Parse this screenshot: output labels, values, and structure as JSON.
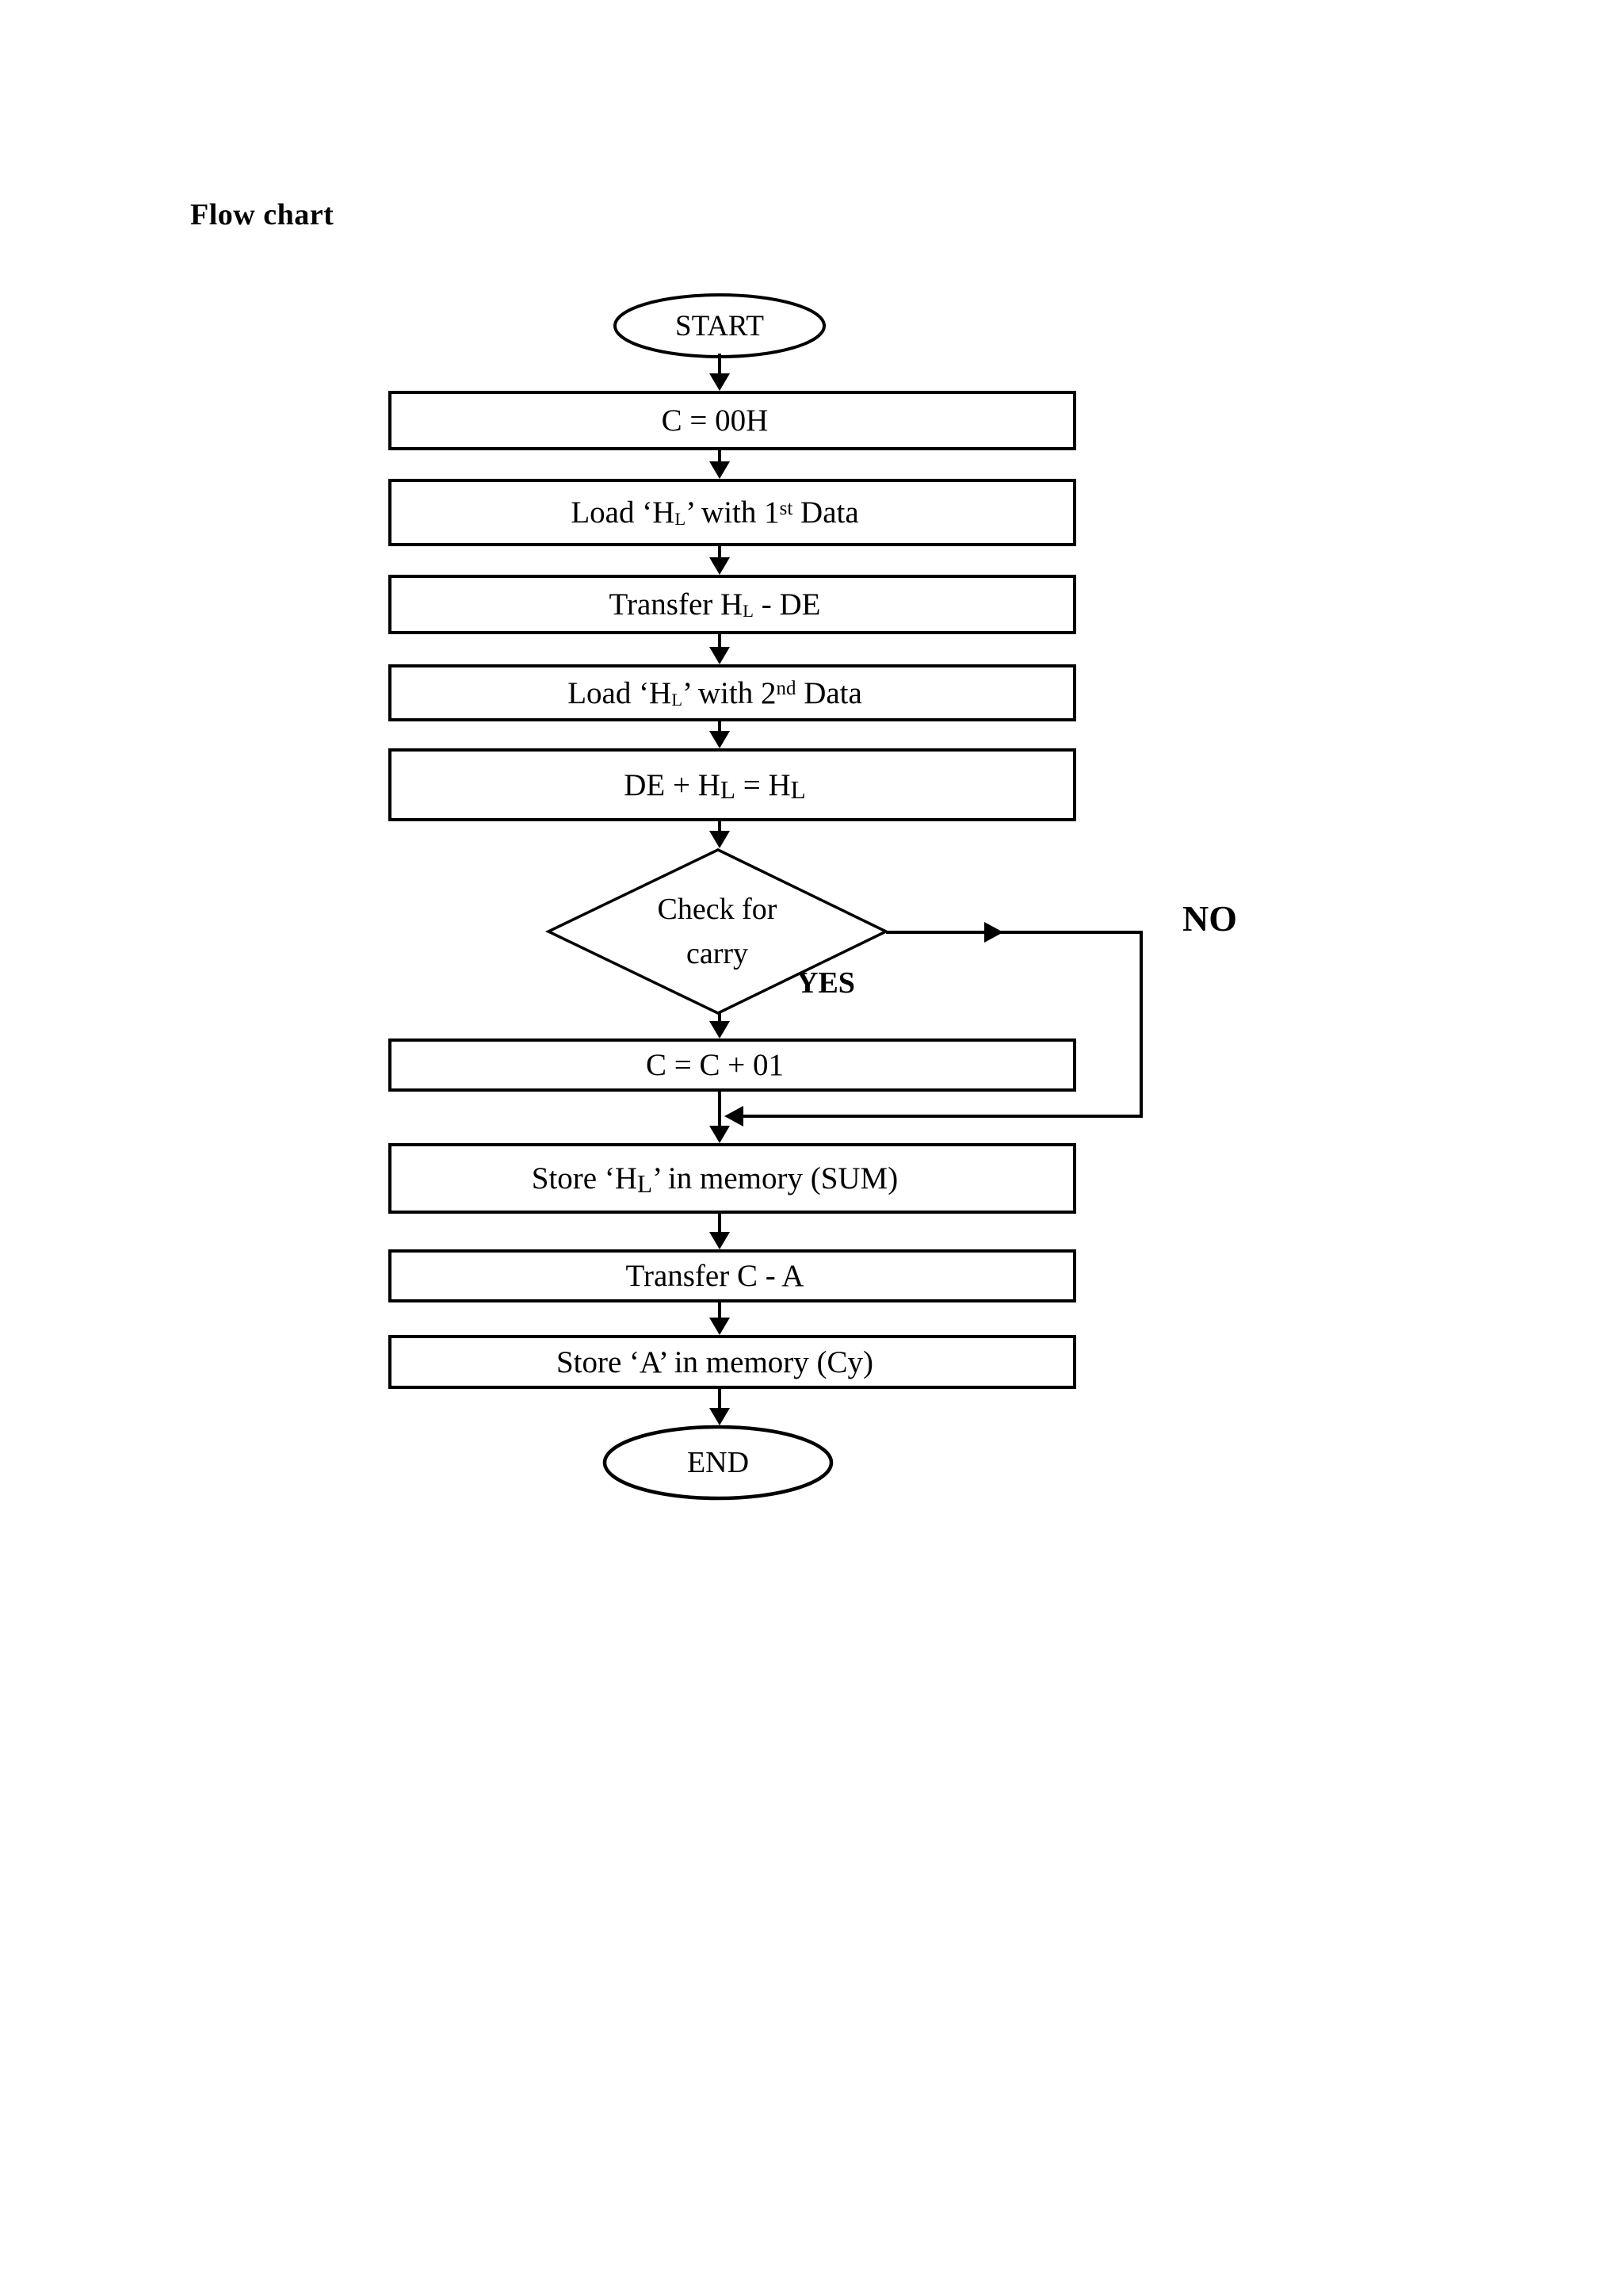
{
  "page": {
    "title": "Flow chart"
  },
  "flowchart": {
    "terminals": {
      "start": "START",
      "end": "END"
    },
    "steps": {
      "init_c": "C = 00H",
      "load_first": {
        "t1": "Load ‘H",
        "sub1": "L",
        "t2": "’ with 1",
        "sup1": "st",
        "t3": " Data"
      },
      "transfer_hl_de": {
        "t1": "Transfer H",
        "sub1": "L",
        "t2": " - DE"
      },
      "load_second": {
        "t1": "Load ‘H",
        "sub1": "L",
        "t2": "’ with 2",
        "sup1": "nd",
        "t3": " Data"
      },
      "add_de_hl": {
        "t1": "DE + H",
        "sub1": "L",
        "t2": " = H",
        "sub2": "L"
      },
      "increment_c": "C = C + 01",
      "store_sum": {
        "t1": "Store ‘H",
        "sub1": "L",
        "t2": "’ in memory (SUM)"
      },
      "transfer_c_a": "Transfer C - A",
      "store_carry": "Store ‘A’ in memory (Cy)"
    },
    "decision": {
      "line1": "Check for",
      "line2": "carry"
    },
    "branches": {
      "yes": "YES",
      "no": "NO"
    }
  },
  "colors": {
    "ink": "#000000",
    "paper": "#ffffff"
  }
}
